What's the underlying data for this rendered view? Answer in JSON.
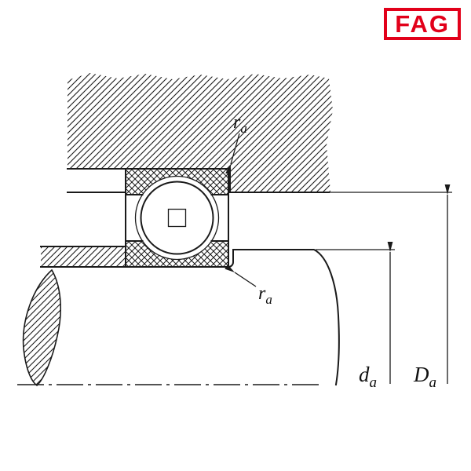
{
  "logo": {
    "text": "FAG"
  },
  "colors": {
    "logo_red": "#e2001a",
    "line": "#1a1a1a",
    "background": "#ffffff"
  },
  "labels": {
    "fillet_top": {
      "main": "r",
      "sub": "a"
    },
    "fillet_bottom": {
      "main": "r",
      "sub": "a"
    },
    "shaft_abutment": {
      "main": "d",
      "sub": "a"
    },
    "housing_abutment": {
      "main": "D",
      "sub": "a"
    }
  }
}
